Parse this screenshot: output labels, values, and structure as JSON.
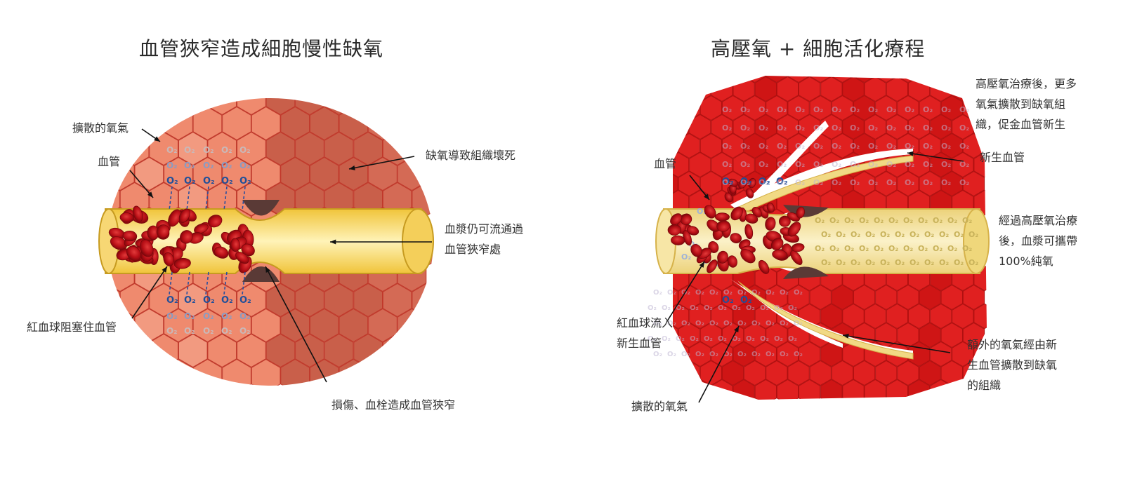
{
  "left_panel": {
    "title": "血管狹窄造成細胞慢性缺氧",
    "labels": {
      "diffused_oxygen": "擴散的氧氣",
      "vessel": "血管",
      "necrosis": "缺氧導致組織壞死",
      "plasma": [
        "血漿仍可流通過",
        "血管狹窄處"
      ],
      "rbc_block": "紅血球阻塞住血管",
      "stenosis": "損傷、血栓造成血管狹窄"
    }
  },
  "right_panel": {
    "title": "高壓氧 + 細胞活化療程",
    "labels": {
      "after_hbot": [
        "高壓氧治療後，更多",
        "氧氣擴散到缺氧組",
        "織，促金血管新生"
      ],
      "new_vessel": "新生血管",
      "vessel": "血管",
      "plasma_oxygen": [
        "經過高壓氧治療",
        "後，血漿可攜帶",
        "100%純氧"
      ],
      "rbc_flow": [
        "紅血球流入",
        "新生血管"
      ],
      "extra_oxygen": [
        "額外的氧氣經由新",
        "生血管擴散到缺氧",
        "的組織"
      ],
      "diffused_oxygen": "擴散的氧氣"
    }
  },
  "oxygen_symbol": "O₂",
  "colors": {
    "tissue_healthy": "#ef8a6e",
    "tissue_hypoxic": "#c95f4a",
    "tissue_treated": "#e02020",
    "vessel_wall": "#e23a2c",
    "plasma": "#f4cf5a",
    "rbc": "#c4151c",
    "oxygen_blue": "#1f4f9a",
    "oxygen_pale": "#aab4cf"
  }
}
